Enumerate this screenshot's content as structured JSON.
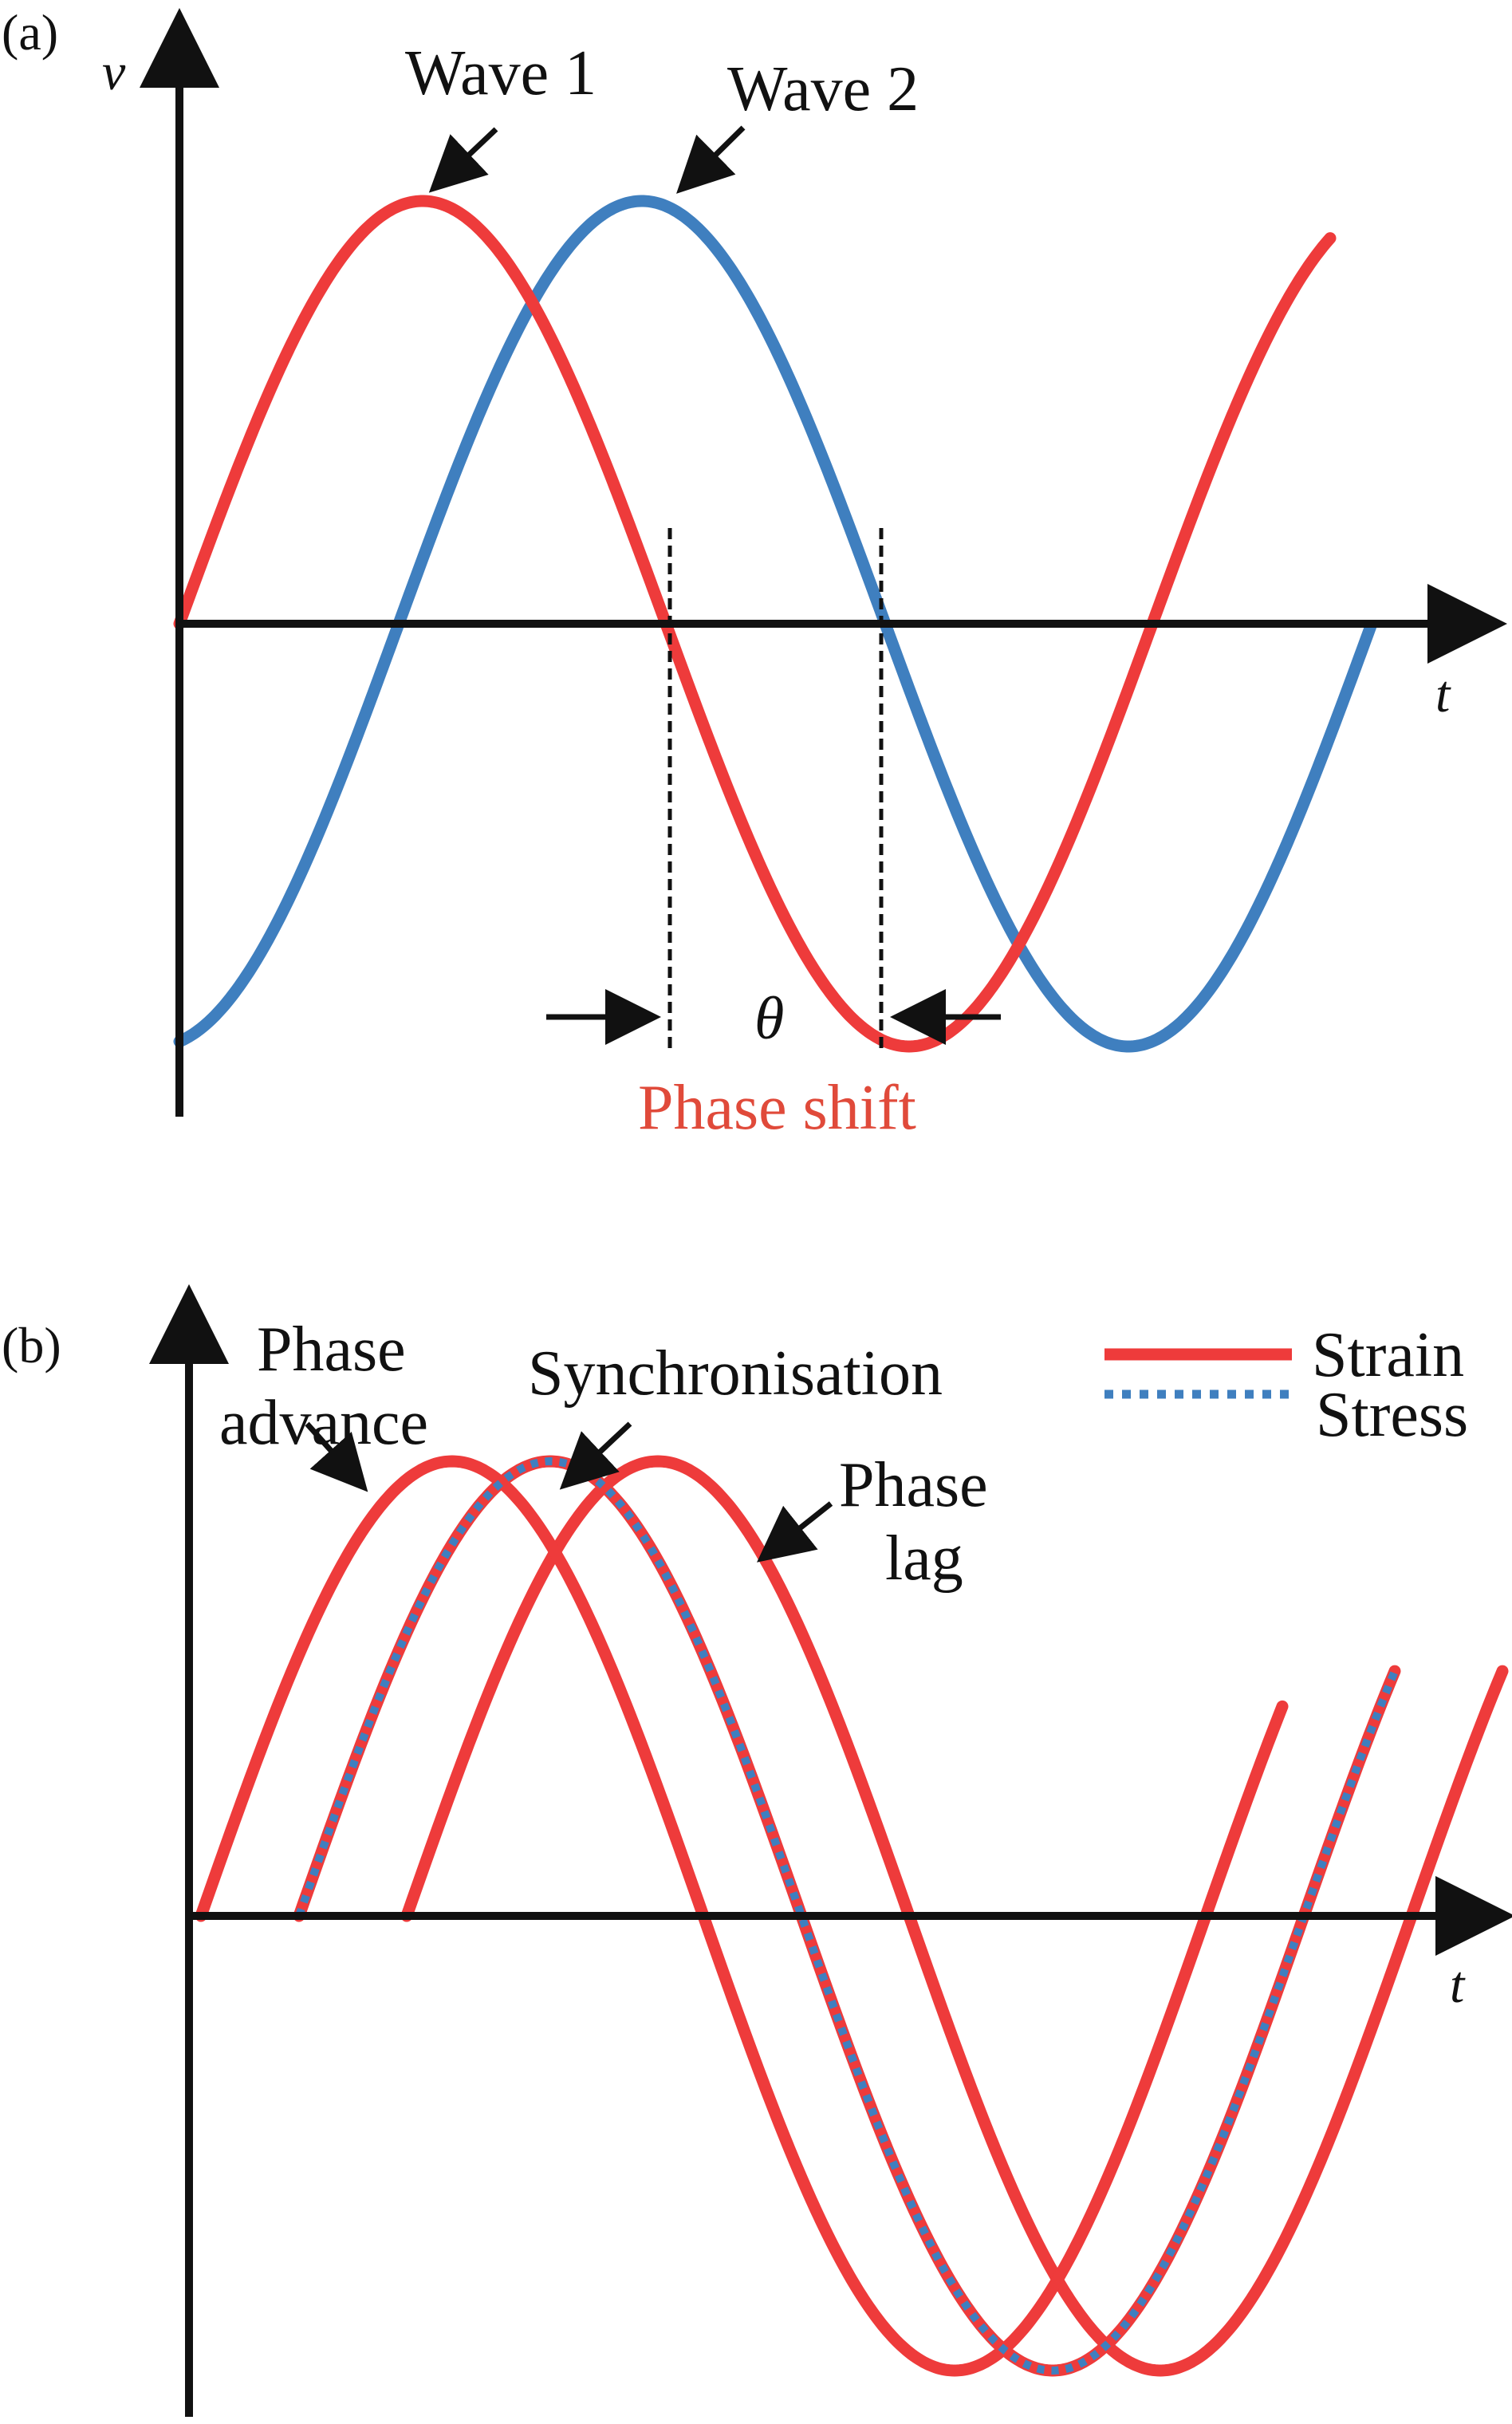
{
  "colors": {
    "red": "#ee3b3b",
    "blue": "#3f7fbf",
    "black": "#111111",
    "phase_shift_text": "#e04a3a"
  },
  "panel_a": {
    "panel_label": "(a)",
    "y_axis_label": "v",
    "x_axis_label": "t",
    "wave1_label": "Wave 1",
    "wave2_label": "Wave 2",
    "theta_symbol": "θ",
    "phase_shift_label": "Phase shift"
  },
  "panel_b": {
    "panel_label": "(b)",
    "x_axis_label": "t",
    "phase_advance_label": [
      "Phase",
      "advance"
    ],
    "synchronisation_label": "Synchronisation",
    "phase_lag_label": [
      "Phase",
      "lag"
    ],
    "legend": [
      {
        "name": "Strain",
        "style": "solid-red"
      },
      {
        "name": "Stress",
        "style": "dotted-blue"
      }
    ]
  }
}
